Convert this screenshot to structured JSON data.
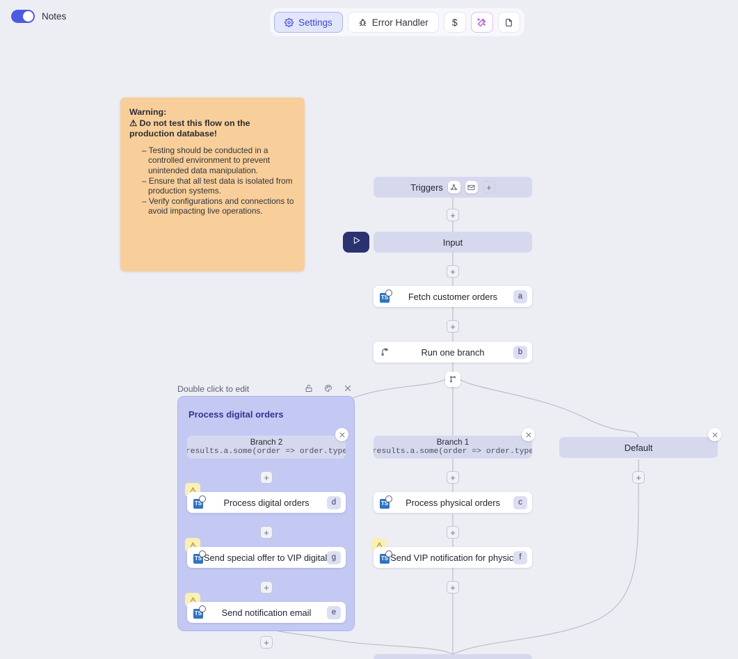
{
  "topbar": {
    "notes_toggle": {
      "label": "Notes",
      "on": true
    },
    "buttons": [
      {
        "label": "Settings",
        "icon": "gear-icon",
        "active": true
      },
      {
        "label": "Error Handler",
        "icon": "bug-icon",
        "active": false
      }
    ],
    "icon_buttons": [
      {
        "name": "cost-icon",
        "glyph": "$"
      },
      {
        "name": "magic-wand-icon",
        "glyph": "wand"
      },
      {
        "name": "document-icon",
        "glyph": "doc"
      }
    ]
  },
  "note": {
    "line1": "Warning:",
    "line2": "⚠ Do not test this flow on the production database!",
    "bullets": [
      "Testing should be conducted in a controlled environment to prevent unintended data manipulation.",
      "Ensure that all test data is isolated from production systems.",
      "Verify configurations and connections to avoid impacting live operations."
    ],
    "bg_color": "#f8cf9a"
  },
  "flow": {
    "triggers": {
      "label": "Triggers",
      "icons": [
        "webhook-icon",
        "email-icon",
        "add-trigger-icon"
      ]
    },
    "input": {
      "label": "Input"
    },
    "run_button": {
      "name": "run-flow-button",
      "icon": "play-icon"
    },
    "steps": [
      {
        "label": "Fetch customer orders",
        "badge": "a",
        "icon": "typescript-icon",
        "warning": false
      },
      {
        "label": "Run one branch",
        "badge": "b",
        "icon": "branch-icon",
        "warning": false
      },
      {
        "label": "Process physical orders",
        "badge": "c",
        "icon": "typescript-icon",
        "warning": false
      },
      {
        "label": "Send VIP notification for physical...",
        "badge": "f",
        "icon": "typescript-icon",
        "warning": true
      },
      {
        "label": "Process digital orders",
        "badge": "d",
        "icon": "typescript-icon",
        "warning": true
      },
      {
        "label": "Send special offer to VIP digital c...",
        "badge": "g",
        "icon": "typescript-icon",
        "warning": true
      },
      {
        "label": "Send notification email",
        "badge": "e",
        "icon": "typescript-icon",
        "warning": true
      }
    ],
    "branches": [
      {
        "title": "Branch 2",
        "expression": "results.a.some(order => order.type"
      },
      {
        "title": "Branch 1",
        "expression": "results.a.some(order => order.type"
      },
      {
        "title": "Default",
        "expression": ""
      }
    ],
    "group": {
      "hint": "Double click to edit",
      "title": "Process digital orders",
      "icons": [
        "unlock-icon",
        "palette-icon",
        "close-icon"
      ],
      "bg_color": "#c4c9f4"
    },
    "plus_label": "+"
  },
  "colors": {
    "canvas": "#eceef4",
    "accent": "#4f5ae0",
    "node_lavender": "#d6d9ee",
    "navy": "#2b3271"
  }
}
